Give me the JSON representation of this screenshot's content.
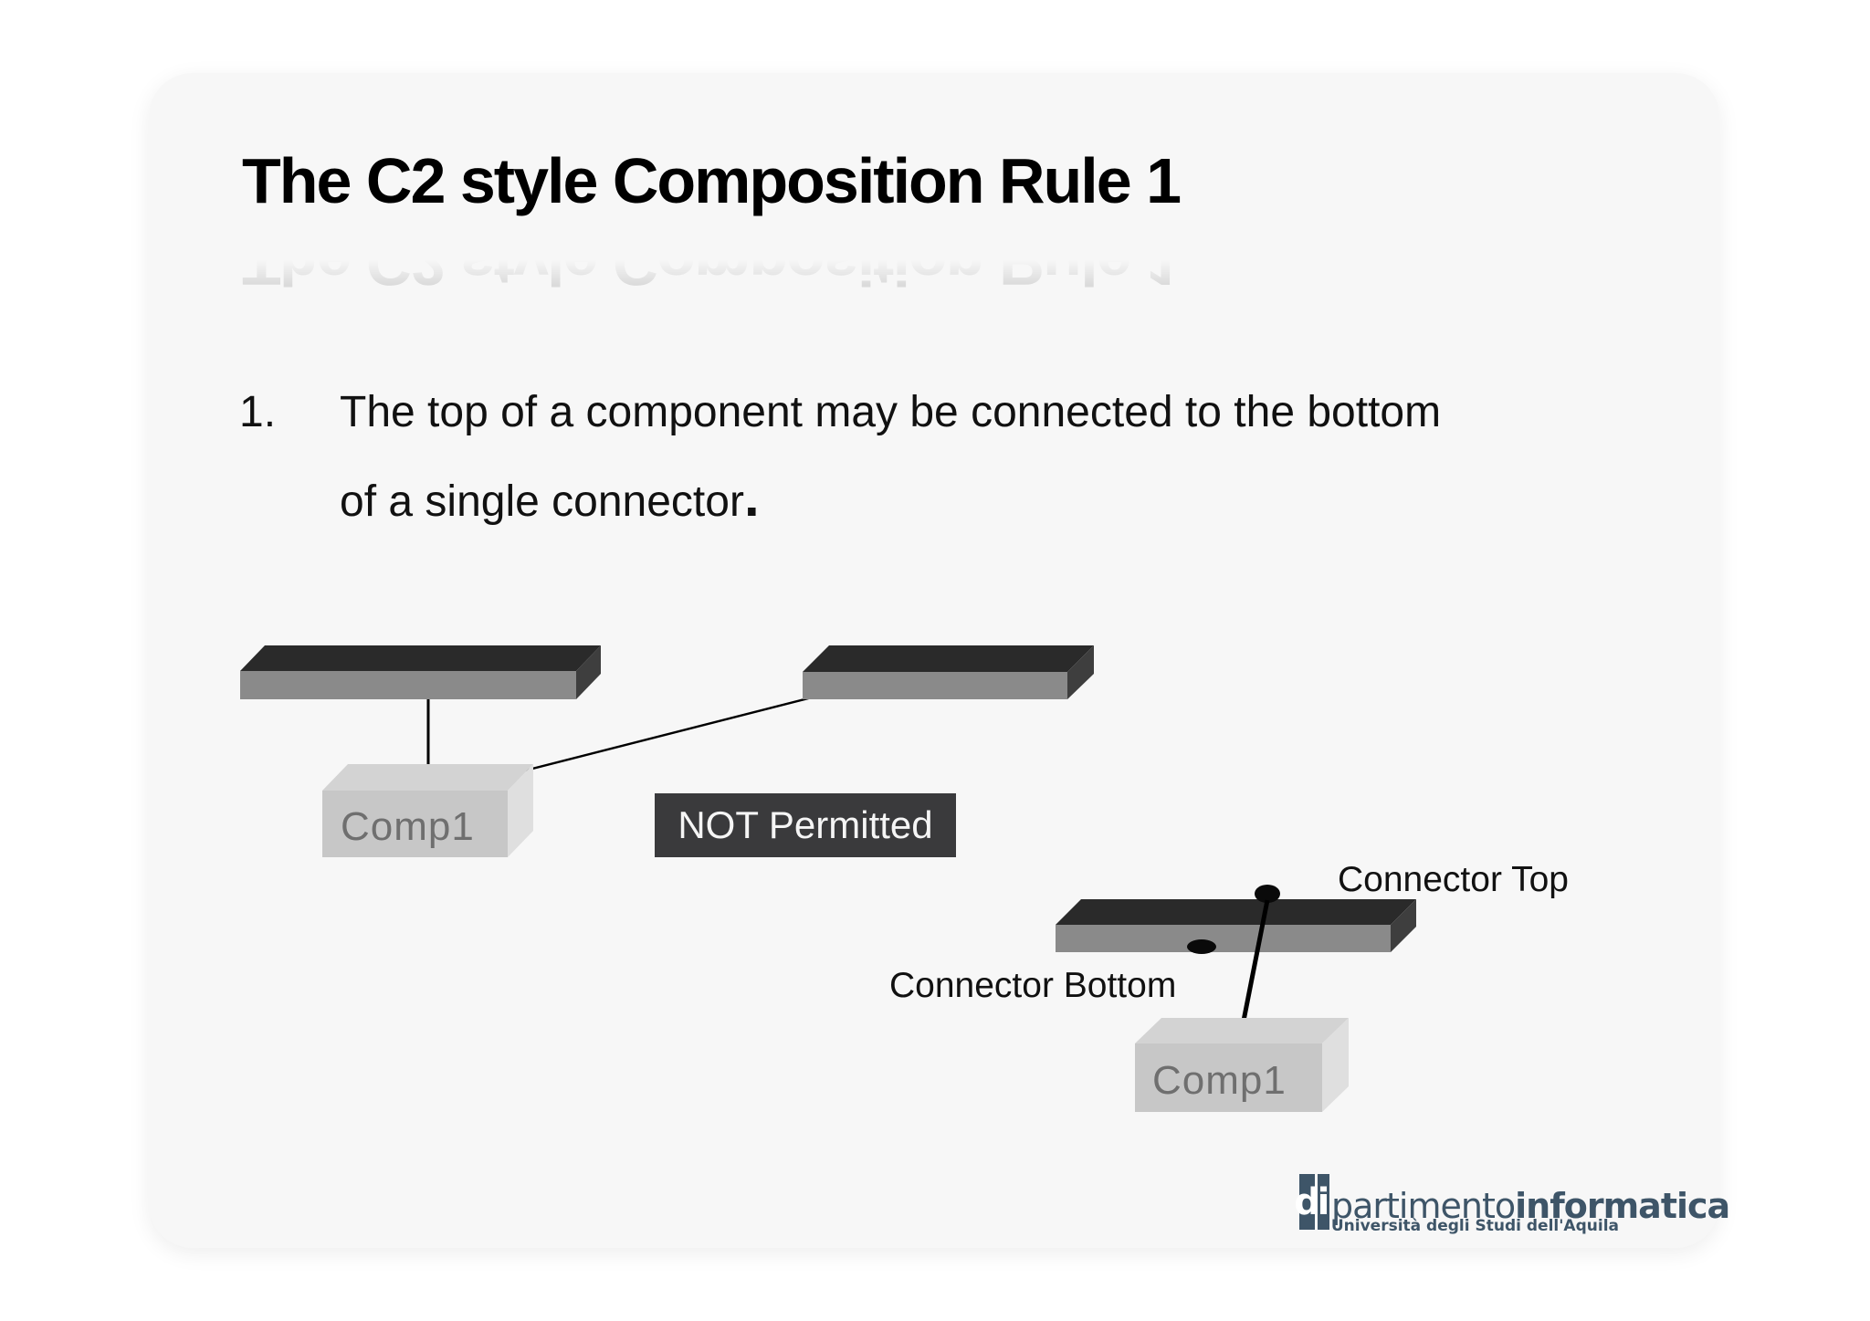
{
  "slide": {
    "title": "The C2 style Composition Rule 1",
    "bullet": {
      "number": "1.",
      "line1": "The top of a component may be connected to the bottom",
      "line2": "of a single connector",
      "period": "."
    },
    "diagram": {
      "component_label": "Comp1",
      "not_permitted_label": "NOT Permitted",
      "connector_top_label": "Connector Top",
      "connector_bottom_label": "Connector Bottom"
    },
    "footer_logo": {
      "d_letter": "d",
      "i_letter": "i",
      "name_regular": "partimento",
      "name_bold": "informatica",
      "subtitle": "Università degli Studi dell'Aquila"
    },
    "colors": {
      "page_bg": "#ffffff",
      "card_bg": "#f7f7f7",
      "connector_top_face": "#2a2a2a",
      "connector_front_face": "#8a8a8a",
      "connector_side_face": "#3e3e3e",
      "component_top_face": "#d3d3d3",
      "component_front_face": "#c7c7c7",
      "component_side_face": "#dfdfdf",
      "component_text": "#6f6f6f",
      "link_line": "#000000",
      "port_dot": "#0a0a0a",
      "not_permitted_bg": "#3a3a3c",
      "not_permitted_text": "#f5f5f5",
      "logo_color": "#3e5568"
    }
  }
}
